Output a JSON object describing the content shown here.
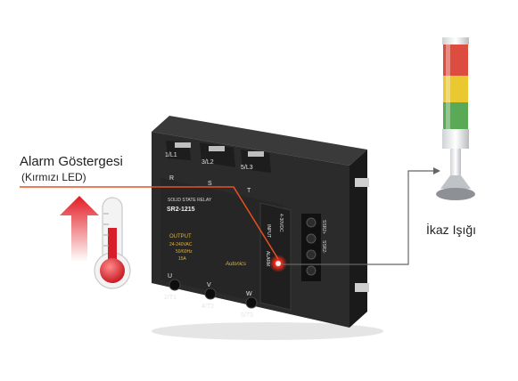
{
  "annotation": {
    "title": "Alarm Göstergesi",
    "subtitle": "(Kırmızı LED)",
    "warning_light_label": "İkaz Işığı"
  },
  "relay": {
    "top_terminals": [
      "1/L1",
      "3/L2",
      "5/L3"
    ],
    "phase_letters": [
      "R",
      "S",
      "T"
    ],
    "bottom_terminals": [
      "2/T1",
      "4/T2",
      "6/T3"
    ],
    "bottom_letters": [
      "U",
      "V",
      "W"
    ],
    "heading": "SOLID STATE RELAY",
    "model": "SR2-1215",
    "output_title": "OUTPUT",
    "output_voltage": "24-240VAC",
    "output_freq": "50/60Hz",
    "output_current": "15A",
    "brand": "Autonics",
    "input_label": "INPUT",
    "input_range": "4-30VDC",
    "alarm_label": "ALARM",
    "side_labels": [
      "SSR2+",
      "SSR2-"
    ]
  },
  "colors": {
    "leader_line": "#e8501f",
    "led": "#ff2a1a",
    "light_red": "#d93a2a",
    "light_yellow": "#e8c21a",
    "light_green": "#3d9a3a",
    "thermo_red": "#d81e28",
    "arrow_red": "#e21b22"
  },
  "icons": [
    "thermometer-icon",
    "up-arrow-icon",
    "signal-tower-icon"
  ]
}
